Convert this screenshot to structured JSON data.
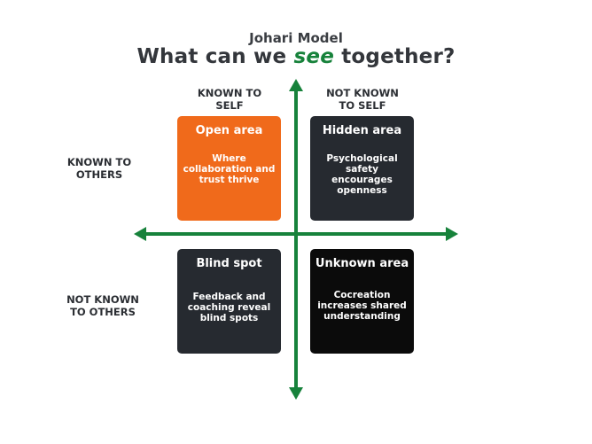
{
  "header": {
    "subtitle": "Johari Model",
    "title_before": "What can we ",
    "title_accent": "see",
    "title_after": " together?"
  },
  "column_labels": {
    "known_to_self": [
      "KNOWN TO",
      "SELF"
    ],
    "not_known_to_self": [
      "NOT KNOWN",
      "TO SELF"
    ]
  },
  "row_labels": {
    "known_to_others": [
      "KNOWN TO",
      "OTHERS"
    ],
    "not_known_to_others": [
      "NOT KNOWN",
      "TO OTHERS"
    ]
  },
  "quadrants": {
    "open": {
      "title": "Open area",
      "body": [
        "Where",
        "collaboration and",
        "trust thrive"
      ]
    },
    "hidden": {
      "title": "Hidden area",
      "body": [
        "Psychological",
        "safety encourages",
        "openness"
      ]
    },
    "blind": {
      "title": "Blind spot",
      "body": [
        "Feedback and",
        "coaching reveal",
        "blind spots"
      ]
    },
    "unknown": {
      "title": "Unknown area",
      "body": [
        "Cocreation",
        "increases  shared",
        "understanding"
      ]
    }
  },
  "colors": {
    "open": "#f06a1b",
    "hidden": "#262a30",
    "blind": "#262a30",
    "unknown": "#0b0b0b",
    "axis": "#17823b",
    "accent": "#17823b"
  }
}
